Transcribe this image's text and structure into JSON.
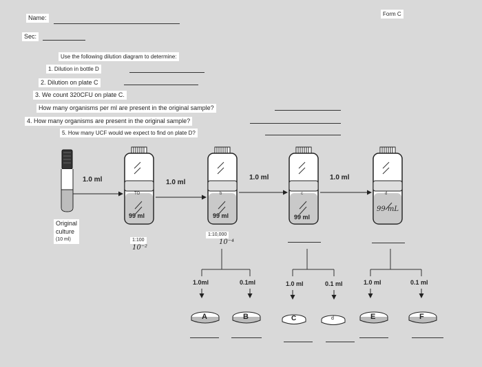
{
  "header": {
    "name_label": "Name:",
    "sec_label": "Sec:",
    "form_label": "Form C"
  },
  "instructions": {
    "intro": "Use the following dilution diagram to determine:",
    "q1": "1. Dilution in bottle D",
    "q2": "2. Dilution on plate C",
    "q3": "3. We count 320CFU on plate C.",
    "q3b": "How many organisms per ml are present in the original sample?",
    "q4": "4. How many organisms are present in the original sample?",
    "q5": "5. How many UCF would we expect to find on plate D?"
  },
  "diagram": {
    "culture_label_1": "Original",
    "culture_label_2": "culture",
    "culture_label_3": "(10 ml)",
    "transfers": [
      "1.0 ml",
      "1.0 ml",
      "1.0 ml",
      "1.0 ml"
    ],
    "bottles": [
      {
        "letter": "TO",
        "volume": "99 ml"
      },
      {
        "letter": "b",
        "volume": "99 ml"
      },
      {
        "letter": "c",
        "volume": "99 ml"
      },
      {
        "letter": "d",
        "volume": "99 mL"
      }
    ],
    "dilution_1": "1:100",
    "dilution_1_hand": "10⁻²",
    "dilution_2": "1:10,000",
    "dilution_2_hand": "10⁻⁴",
    "plating_volumes": [
      "1.0ml",
      "0.1ml",
      "1.0 ml",
      "0.1 ml",
      "1.0 ml",
      "0.1 ml"
    ],
    "plates": [
      "A",
      "B",
      "C",
      "d",
      "E",
      "F"
    ]
  }
}
